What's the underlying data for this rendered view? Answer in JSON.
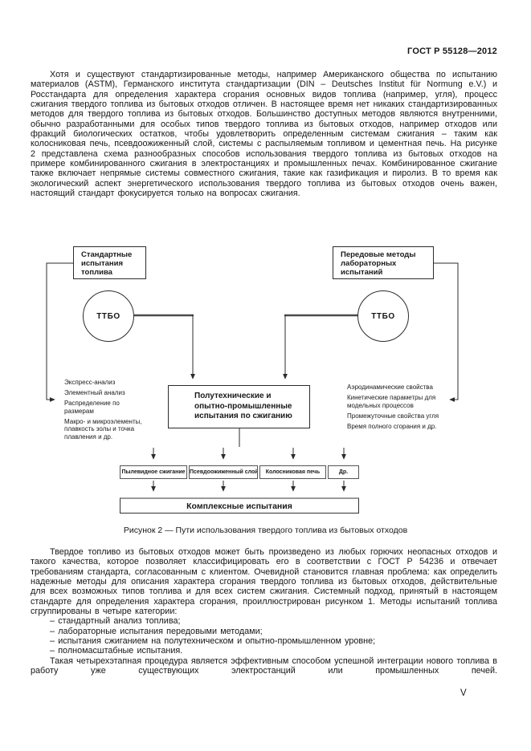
{
  "page": {
    "header": "ГОСТ Р 55128—2012",
    "page_number": "V"
  },
  "paragraphs": {
    "p1": "Хотя и существуют стандартизированные методы, например Американского общества по испытанию материалов (ASTM), Германского института стандартизации (DIN – Deutsches Institut für Normung e.V.) и Росстандарта для определения характера сгорания основных видов топлива (например, угля), процесс сжигания твердого топлива из бытовых отходов отличен. В настоящее время нет никаких стандартизированных методов для твердого топлива из бытовых отходов. Большинство доступных методов являются внутренними, обычно разработанными для особых типов твердого топлива из бытовых отходов, например отходов или фракций биологических остатков, чтобы удовлетворить определенным системам сжигания – таким как колосниковая печь, псевдоожиженный слой, системы с распыляемым топливом и цементная печь. На рисунке 2 представлена схема разнообразных способов использования твердого топлива из бытовых отходов на примере комбинированного сжигания в электростанциях и промышленных печах. Комбинированное сжигание также включает непрямые системы совместного сжигания, такие как газификация и пиролиз. В то время как экологический аспект энергетического использования твердого топлива из бытовых отходов очень важен, настоящий стандарт фокусируется только на вопросах сжигания.",
    "p2": "Твердое топливо из бытовых отходов может быть произведено из любых горючих неопасных отходов и такого качества, которое позволяет классифицировать его в соответствии с ГОСТ Р 54236 и отвечает требованиям стандарта, согласованным с клиентом. Очевидной становится главная проблема: как определить надежные методы для описания характера сгорания твердого топлива из бытовых отходов, действительные для всех возможных типов топлива и для всех систем сжигания. Системный подход, принятый в настоящем стандарте для определения характера сгорания, проиллюстрирован рисунком 1. Методы испытаний топлива сгруппированы в четыре категории:",
    "list": [
      "– стандартный анализ топлива;",
      "– лабораторные испытания передовыми методами;",
      "– испытания сжиганием на полутехническом и опытно-промышленном уровне;",
      "– полномасштабные испытания."
    ],
    "p3": "Такая четырехэтапная процедура является эффективным способом успешной интеграции нового топлива в работу уже существующих электростанций или промышленных печей."
  },
  "figure": {
    "caption": "Рисунок 2 — Пути использования твердого топлива из бытовых отходов",
    "box_standard": "Стандартные испытания топлива",
    "box_advanced": "Передовые методы лабораторных испытаний",
    "circle_left": "ТТБО",
    "circle_right": "ТТБО",
    "center_box": "Полутехнические и опытно-промышленные испытания по сжиганию",
    "left_list": [
      "Экспресс-анализ",
      "Элементный анализ",
      "Распределение по размерам",
      "Макро- и микроэлементы, плавкость золы и точка плавления и др."
    ],
    "right_list": [
      "Аэродинамические свойства",
      "Кинетические параметры для модельных процессов",
      "Промежуточные свойства угля",
      "Время полного сгорания и др."
    ],
    "bottom_boxes": [
      "Пылевидное сжигание",
      "Псевдоожиженный слой",
      "Колосниковая печь",
      "Др."
    ],
    "final_box": "Комплексные испытания"
  }
}
